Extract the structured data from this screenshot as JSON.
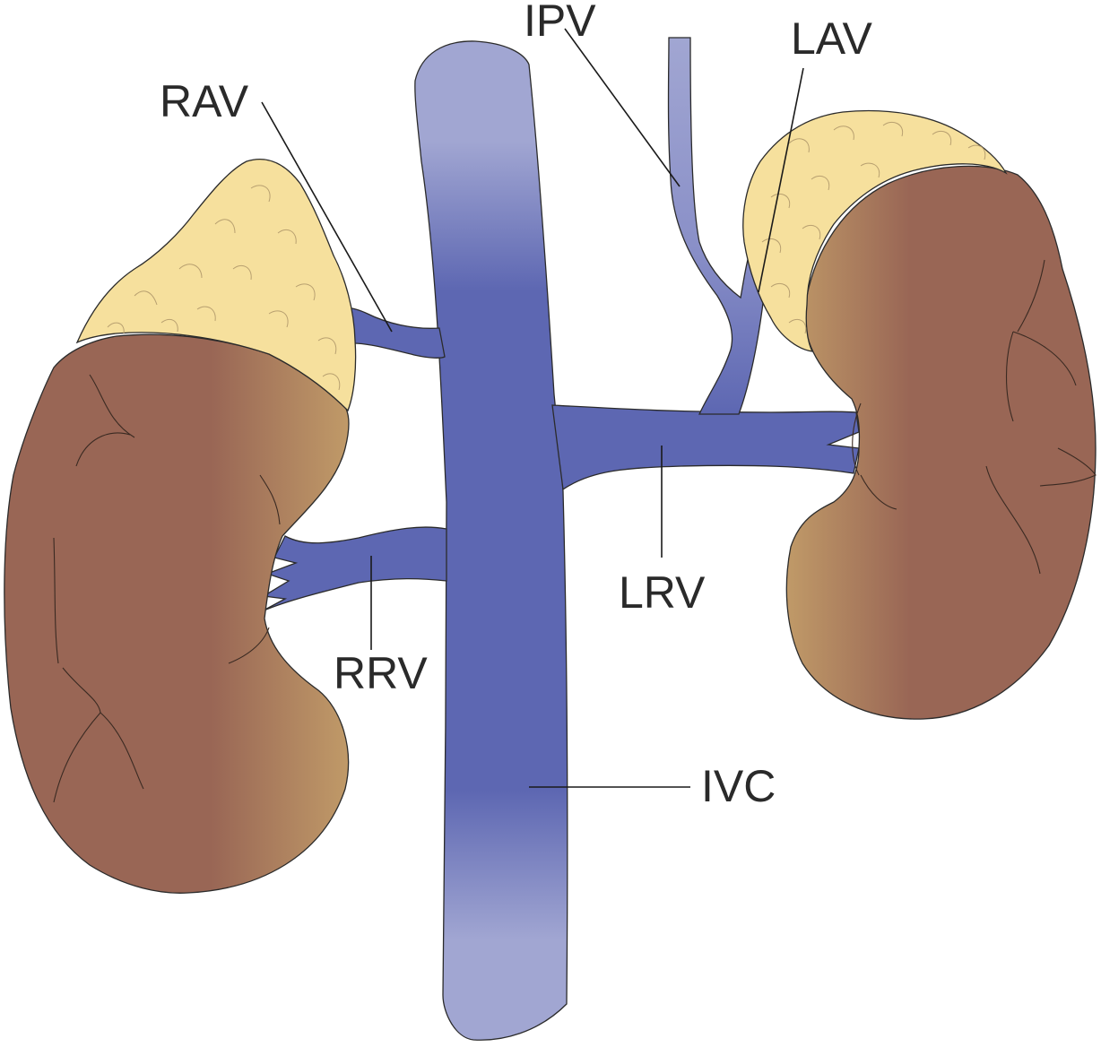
{
  "labels": {
    "ipv": "IPV",
    "lav": "LAV",
    "rav": "RAV",
    "rrv": "RRV",
    "lrv": "LRV",
    "ivc": "IVC"
  },
  "colors": {
    "vein": "#5d67b2",
    "vein_light": "#a1a6d2",
    "kidney": "#996655",
    "kidney_hilum": "#c09a68",
    "adrenal": "#f6e09d",
    "line": "#1a1a1a"
  }
}
